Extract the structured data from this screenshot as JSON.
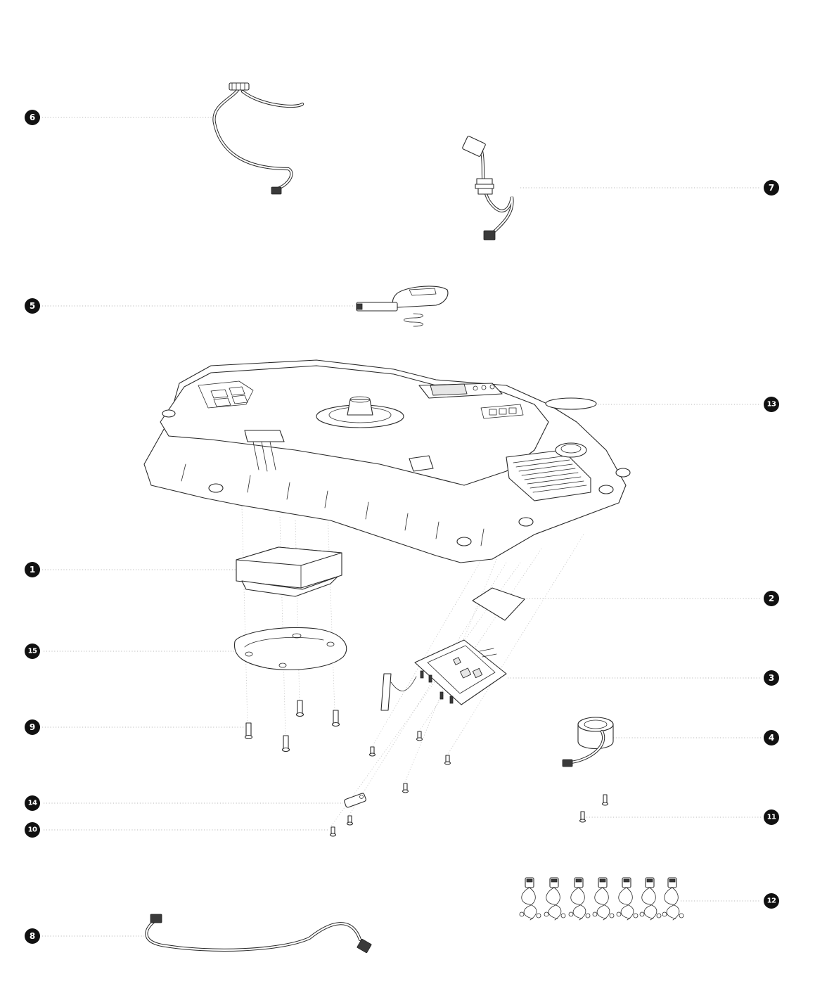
{
  "callouts": [
    {
      "id": "c6",
      "label": "6"
    },
    {
      "id": "c7",
      "label": "7"
    },
    {
      "id": "c5",
      "label": "5"
    },
    {
      "id": "c13",
      "label": "13"
    },
    {
      "id": "c1",
      "label": "1"
    },
    {
      "id": "c2",
      "label": "2"
    },
    {
      "id": "c15",
      "label": "15"
    },
    {
      "id": "c3",
      "label": "3"
    },
    {
      "id": "c9",
      "label": "9"
    },
    {
      "id": "c4",
      "label": "4"
    },
    {
      "id": "c14",
      "label": "14"
    },
    {
      "id": "c11",
      "label": "11"
    },
    {
      "id": "c10",
      "label": "10"
    },
    {
      "id": "c12",
      "label": "12"
    },
    {
      "id": "c8",
      "label": "8"
    }
  ]
}
